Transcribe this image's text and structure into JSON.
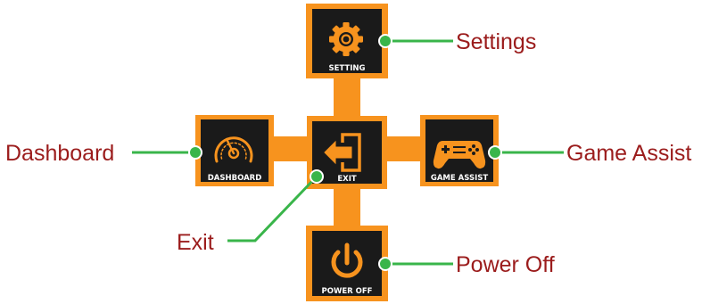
{
  "buttons": {
    "setting": {
      "label": "SETTING",
      "icon": "gear-icon"
    },
    "dashboard": {
      "label": "DASHBOARD",
      "icon": "speedometer-icon"
    },
    "exit": {
      "label": "EXIT",
      "icon": "exit-icon"
    },
    "game_assist": {
      "label": "GAME ASSIST",
      "icon": "gamepad-icon"
    },
    "power_off": {
      "label": "POWER OFF",
      "icon": "power-icon"
    }
  },
  "callouts": {
    "settings": "Settings",
    "dashboard": "Dashboard",
    "exit": "Exit",
    "game_assist": "Game Assist",
    "power_off": "Power Off"
  },
  "colors": {
    "orange": "#f7931e",
    "button_fill": "#1a1a1a",
    "line_green": "#39b54a",
    "text_red": "#9b1c1c"
  }
}
